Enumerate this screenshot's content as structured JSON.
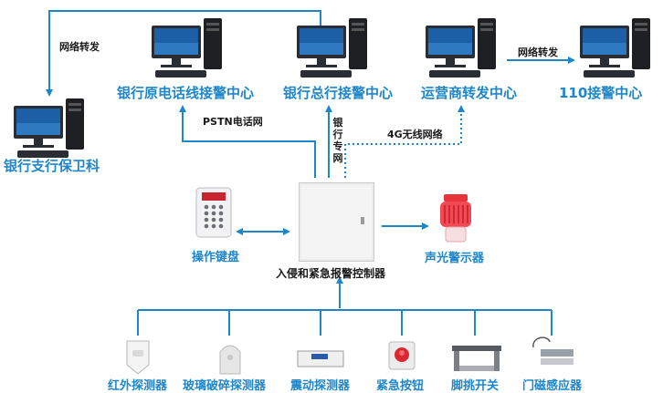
{
  "nodes": {
    "branch_security": "银行支行保卫科",
    "phone_center": "银行原电话线接警中心",
    "hq_center": "银行总行接警中心",
    "operator_center": "运营商转发中心",
    "center_110": "110接警中心",
    "keypad": "操作键盘",
    "controller": "入侵和紧急报警控制器",
    "siren": "声光警示器"
  },
  "edges": {
    "net_forward_left": "网络转发",
    "net_forward_right": "网络转发",
    "pstn": "PSTN电话网",
    "bank_private": "银行专网",
    "wireless_4g": "4G无线网络"
  },
  "detectors": [
    {
      "label": "红外探测器"
    },
    {
      "label": "玻璃破碎探测器"
    },
    {
      "label": "震动探测器"
    },
    {
      "label": "紧急按钮"
    },
    {
      "label": "脚挑开关"
    },
    {
      "label": "门磁感应器"
    }
  ],
  "colors": {
    "accent": "#1f86c8",
    "line": "#1f86c8",
    "text": "#1a1a1a",
    "siren_red": "#e8323c"
  },
  "icons": {
    "workstation": "computer-workstation-icon",
    "keypad": "alarm-keypad-icon",
    "controller": "control-panel-box-icon",
    "siren": "strobe-siren-icon"
  }
}
